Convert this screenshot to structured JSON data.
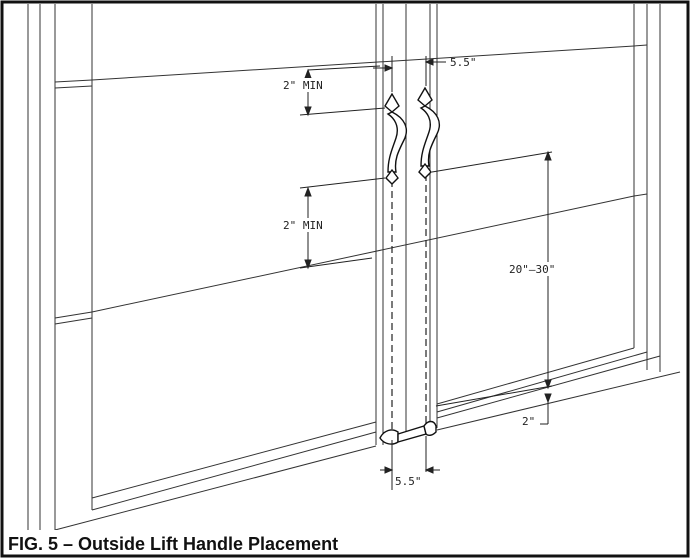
{
  "caption": "FIG. 5 – Outside Lift Handle Placement",
  "dimensions": {
    "top_min": "2\" MIN",
    "mid_min": "2\" MIN",
    "top_offset": "5.5\"",
    "handle_span": "20\"–30\"",
    "bottom_clearance": "2\"",
    "bottom_offset": "5.5\""
  }
}
